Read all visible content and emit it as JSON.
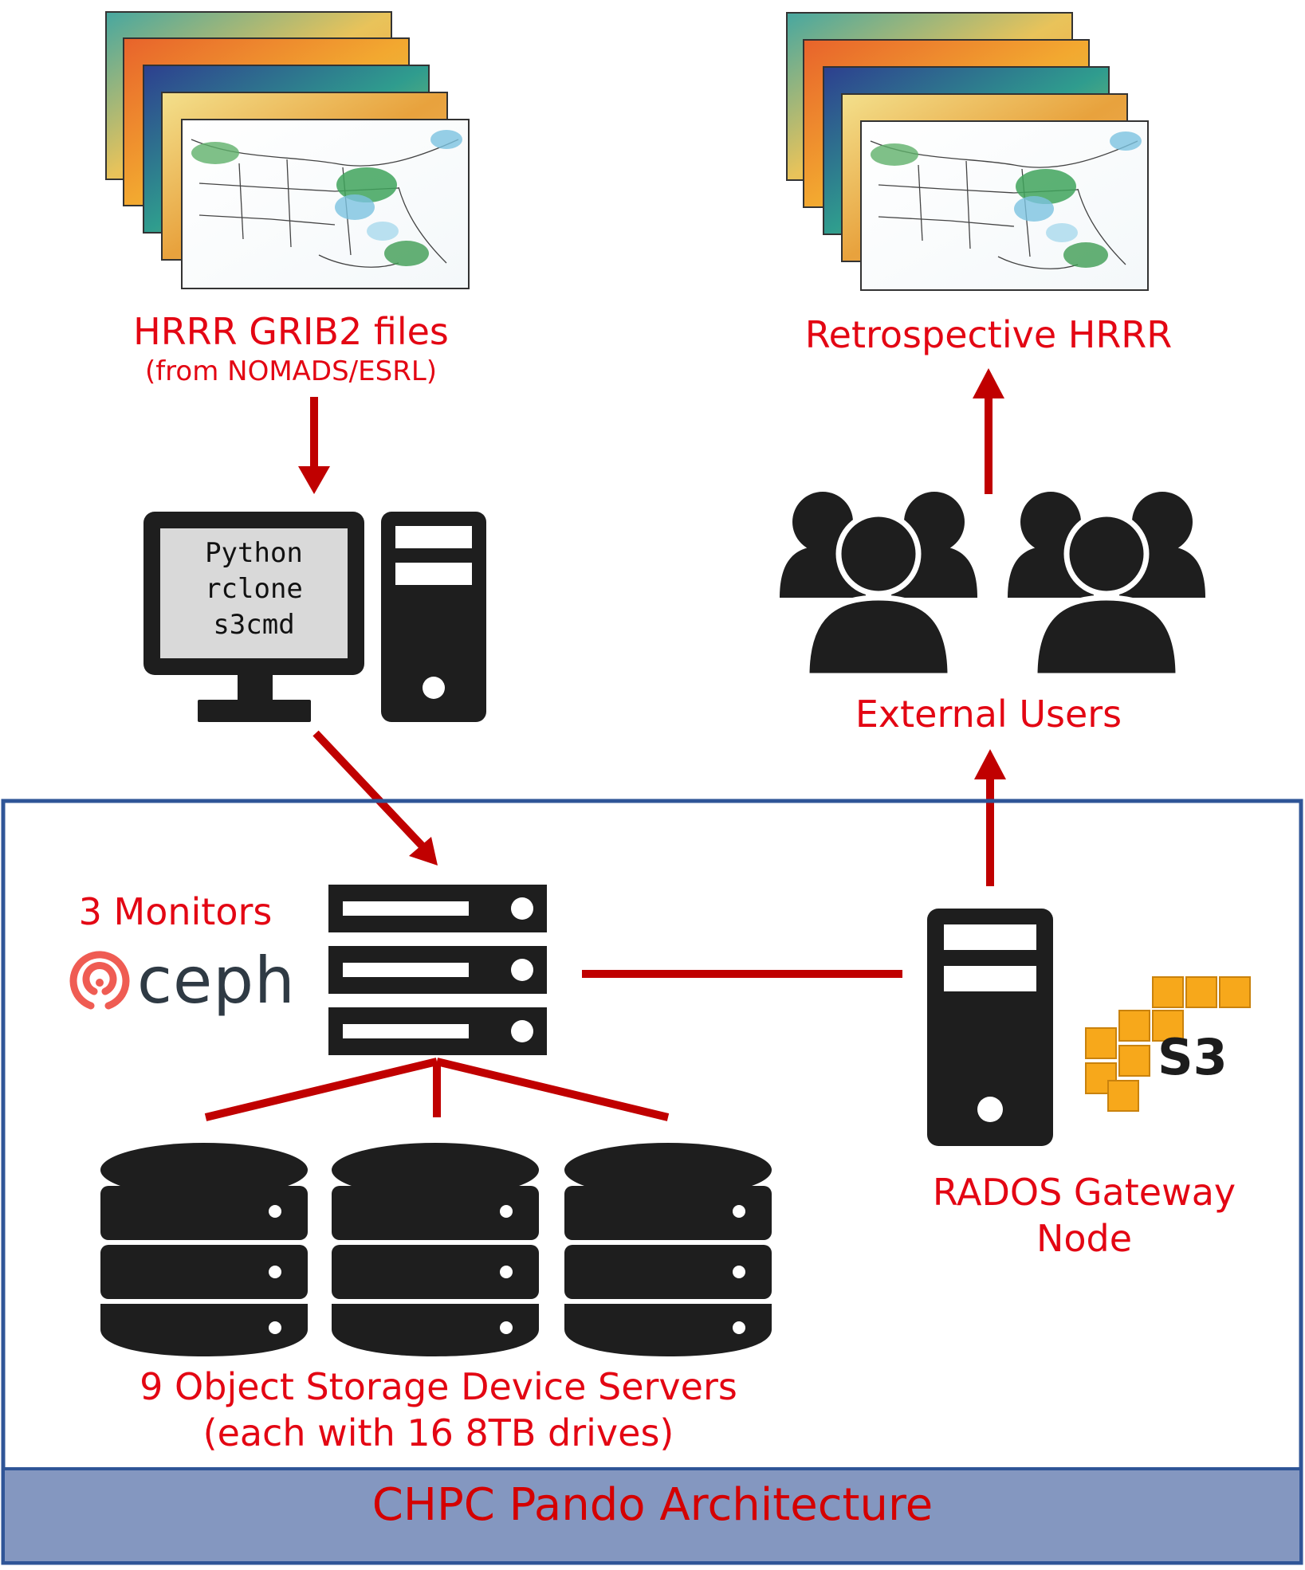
{
  "labels": {
    "hrrr_files": "HRRR GRIB2 files",
    "hrrr_source": "(from NOMADS/ESRL)",
    "retrospective": "Retrospective HRRR",
    "external_users": "External Users",
    "monitors": "3 Monitors",
    "osd_line1": "9 Object Storage Device Servers",
    "osd_line2": "(each with 16 8TB drives)",
    "rados_line1": "RADOS Gateway",
    "rados_line2": "Node",
    "footer": "CHPC Pando Architecture"
  },
  "workstation_screen": [
    "Python",
    "rclone",
    "s3cmd"
  ],
  "logos": {
    "ceph": "ceph",
    "s3": "S3"
  },
  "colors": {
    "accent_red": "#e30613",
    "arrow_red": "#c00000",
    "icon_dark": "#1e1e1e",
    "frame_blue": "#2f5597",
    "footer_bg": "#8497c0",
    "screen_gray": "#d9d9d9",
    "s3_orange": "#f7a81b"
  }
}
